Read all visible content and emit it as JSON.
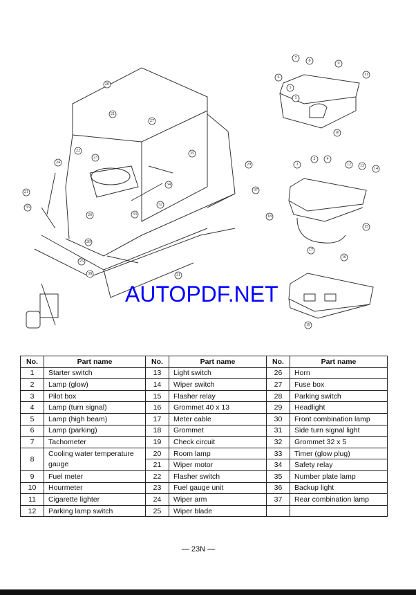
{
  "watermark": "AUTOPDF.NET",
  "diagram": {
    "callouts_main": [
      "20",
      "21",
      "27",
      "35",
      "29",
      "22",
      "23",
      "24",
      "21",
      "35",
      "37",
      "26",
      "28",
      "34",
      "32",
      "31",
      "30",
      "25",
      "33"
    ],
    "callouts_panel_top": [
      "7",
      "8",
      "9",
      "11",
      "6",
      "5",
      "1",
      "10"
    ],
    "callouts_panel_mid": [
      "3",
      "2",
      "4",
      "12",
      "13",
      "14",
      "18",
      "17",
      "15",
      "16"
    ],
    "callouts_panel_bottom": [
      "19"
    ]
  },
  "table": {
    "headers": [
      "No.",
      "Part name",
      "No.",
      "Part name",
      "No.",
      "Part name"
    ],
    "rows": [
      [
        "1",
        "Starter switch",
        "13",
        "Light switch",
        "26",
        "Horn"
      ],
      [
        "2",
        "Lamp (glow)",
        "14",
        "Wiper switch",
        "27",
        "Fuse box"
      ],
      [
        "3",
        "Pilot box",
        "15",
        "Flasher relay",
        "28",
        "Parking switch"
      ],
      [
        "4",
        "Lamp (turn signal)",
        "16",
        "Grommet    40 x 13",
        "29",
        "Headlight"
      ],
      [
        "5",
        "Lamp (high beam)",
        "17",
        "Meter cable",
        "30",
        "Front combination lamp"
      ],
      [
        "6",
        "Lamp (parking)",
        "18",
        "Grommet",
        "31",
        "Side turn signal light"
      ],
      [
        "7",
        "Tachometer",
        "19",
        "Check circuit",
        "32",
        "Grommet    32 x 5"
      ],
      [
        "8",
        "Cooling water temperature",
        "20",
        "Room lamp",
        "33",
        "Timer (glow plug)"
      ],
      [
        "",
        "gauge",
        "21",
        "Wiper motor",
        "34",
        "Safety relay"
      ],
      [
        "9",
        "Fuel meter",
        "22",
        "Flasher switch",
        "35",
        "Number plate lamp"
      ],
      [
        "10",
        "Hourmeter",
        "23",
        "Fuel gauge unit",
        "36",
        "Backup light"
      ],
      [
        "11",
        "Cigarette lighter",
        "24",
        "Wiper arm",
        "37",
        "Rear combination lamp"
      ],
      [
        "12",
        "Parking lamp switch",
        "25",
        "Wiper blade",
        "",
        ""
      ]
    ]
  },
  "page_number": "— 23N —"
}
